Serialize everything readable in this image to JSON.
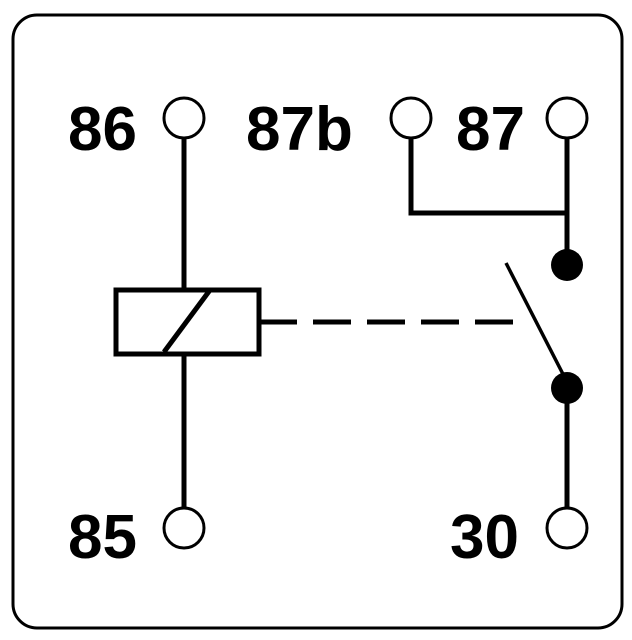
{
  "diagram": {
    "type": "relay-pinout",
    "terminals": {
      "t86": "86",
      "t87b": "87b",
      "t87": "87",
      "t85": "85",
      "t30": "30"
    },
    "colors": {
      "stroke": "#000000",
      "background": "#ffffff"
    }
  }
}
